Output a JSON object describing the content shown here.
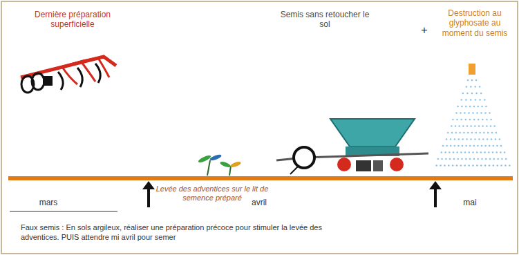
{
  "diagram": {
    "caption": "Faux semis : En sols argileux, réaliser une préparation précoce pour stimuler la levée des adventices. PUIS attendre mi avril pour semer",
    "labels": [
      "Dernière préparation superficielle",
      "Semis sans retoucher le sol",
      "+",
      "Destruction au glyphosate au moment du semis",
      "Levée des adventices sur le lit de semence préparé",
      "mars",
      "avril",
      "mai"
    ]
  }
}
